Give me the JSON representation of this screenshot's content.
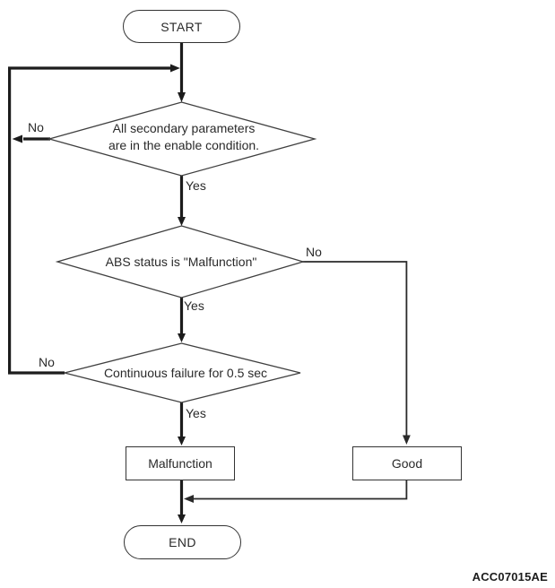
{
  "figure": {
    "type": "flowchart",
    "code": "ACC07015AE",
    "colors": {
      "background": "#ffffff",
      "line_thick": "#1c1c1c",
      "line_thin": "#2a2a2a",
      "node_border": "#333333",
      "text": "#2a2a2a"
    },
    "nodes": {
      "start": {
        "label": "START",
        "shape": "stadium"
      },
      "end": {
        "label": "END",
        "shape": "stadium"
      },
      "malfunction": {
        "label": "Malfunction",
        "shape": "rect"
      },
      "good": {
        "label": "Good",
        "shape": "rect"
      }
    },
    "decisions": [
      {
        "id": "secondary-parameters",
        "lines": [
          "All secondary parameters",
          "are in the enable condition."
        ],
        "yes_label": "Yes",
        "no_label": "No"
      },
      {
        "id": "abs-status",
        "lines": [
          "ABS status is \"Malfunction\""
        ],
        "yes_label": "Yes",
        "no_label": "No"
      },
      {
        "id": "continuous-failure",
        "lines": [
          "Continuous failure for 0.5 sec"
        ],
        "yes_label": "Yes",
        "no_label": "No"
      }
    ]
  }
}
